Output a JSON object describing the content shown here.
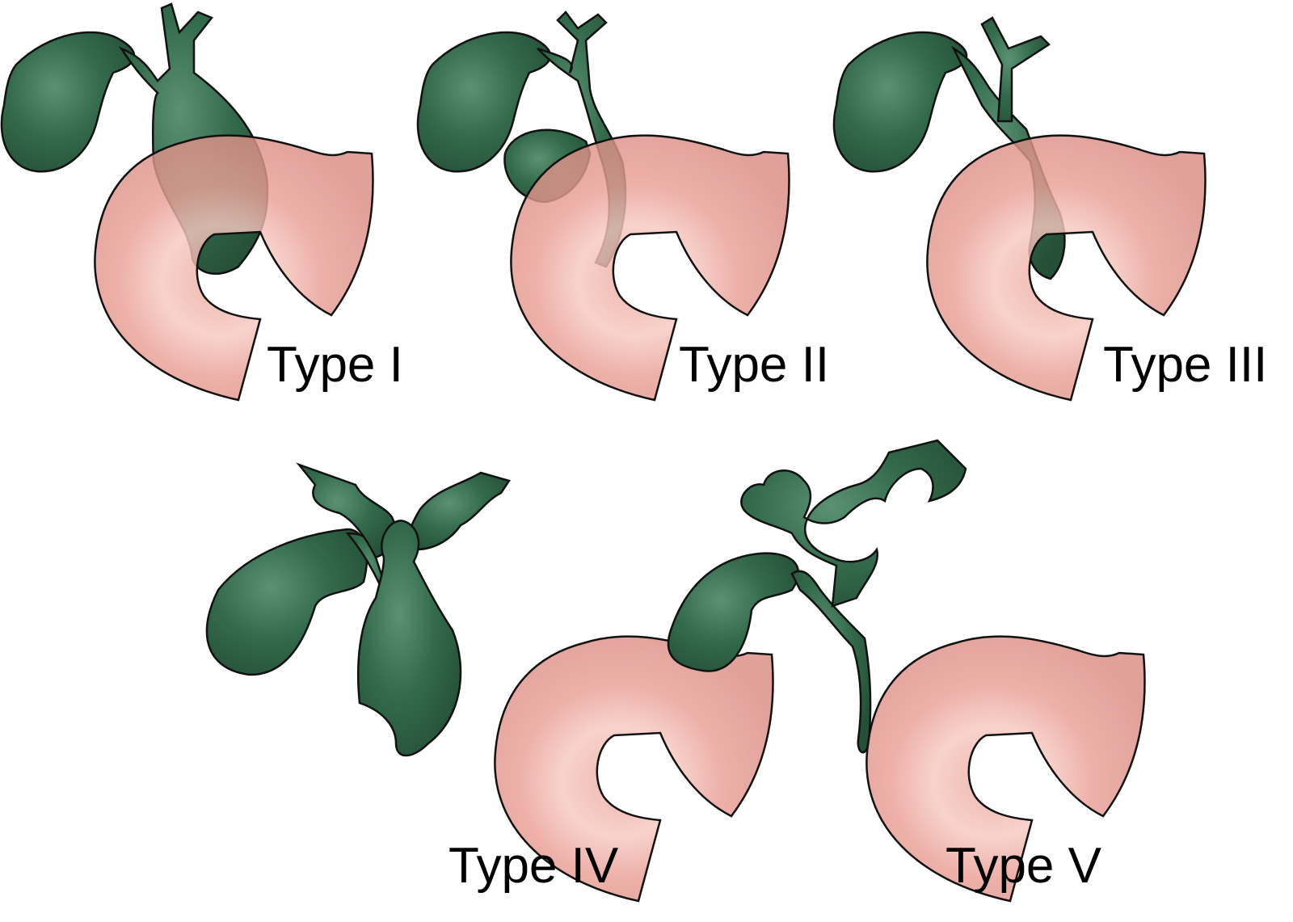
{
  "figure": {
    "panels": [
      {
        "label": "Type I"
      },
      {
        "label": "Type II"
      },
      {
        "label": "Type III"
      },
      {
        "label": "Type IV"
      },
      {
        "label": "Type V"
      }
    ],
    "colors": {
      "duodenum": "#eba59c",
      "biliary": "#2f6446",
      "outline": "#111111"
    }
  }
}
